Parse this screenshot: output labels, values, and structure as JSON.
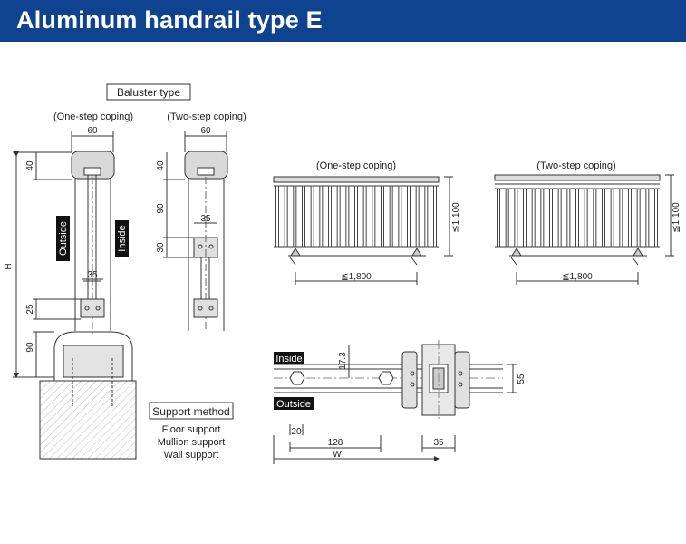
{
  "header": {
    "title": "Aluminum handrail type E",
    "bg_color": "#0f4390"
  },
  "section": {
    "baluster_type": "Baluster type",
    "support_method": "Support method"
  },
  "left_views": {
    "one_step": "(One-step coping)",
    "two_step": "(Two-step coping)",
    "outside": "Outside",
    "inside": "Inside",
    "dims": {
      "width_a": "60",
      "width_b": "60",
      "h40_a": "40",
      "h40_b": "40",
      "h90_b": "90",
      "h30_b": "30",
      "w35_a": "35",
      "w35_b": "35",
      "h25": "25",
      "h90_a": "90",
      "H": "H"
    }
  },
  "elevations": {
    "one_step": "(One-step coping)",
    "two_step": "(Two-step coping)",
    "height_a": "≦1,100",
    "height_b": "≦1,100",
    "span_a": "≦1,800",
    "span_b": "≦1,800"
  },
  "support_methods": [
    "Floor support",
    "Mullion support",
    "Wall support"
  ],
  "plan_view": {
    "inside": "Inside",
    "outside": "Outside",
    "dims": {
      "d17_3": "17.3",
      "d55": "55",
      "d20": "20",
      "d128": "128",
      "d35": "35",
      "W": "W"
    }
  }
}
